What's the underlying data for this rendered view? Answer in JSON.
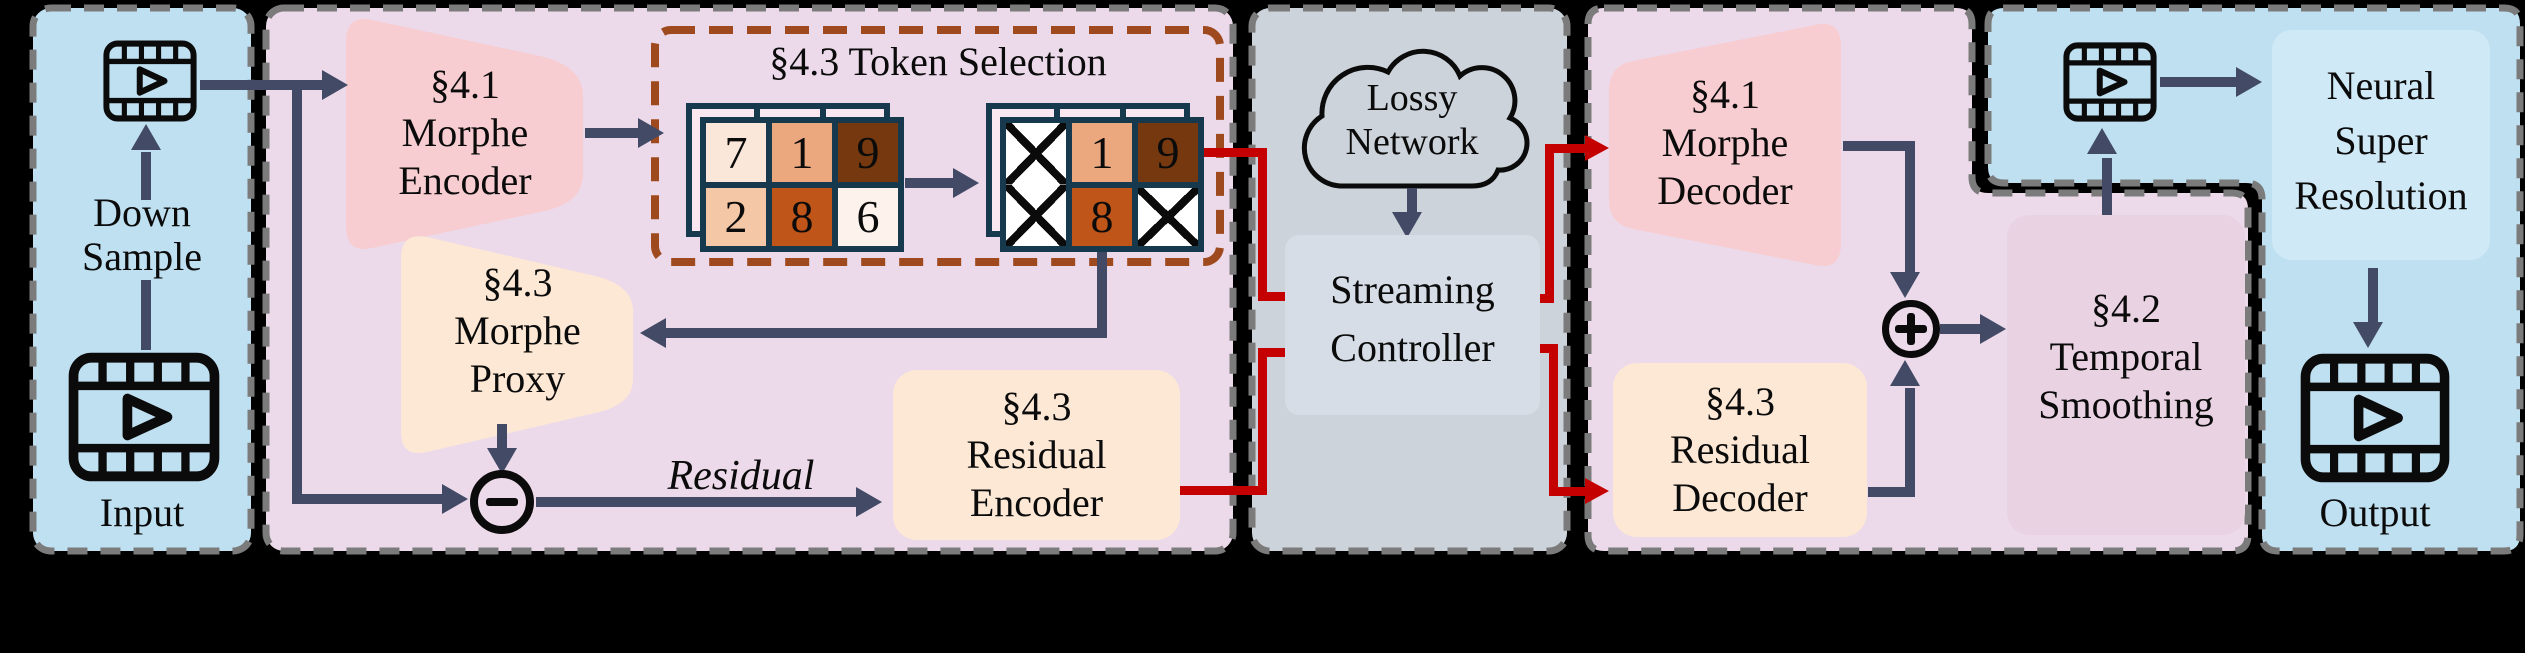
{
  "colors": {
    "background": "#000000",
    "arrow_navy": "#424a66",
    "signal_red": "#c40000",
    "panel_blue": "#bfe0f1",
    "panel_pink": "#ecdaea",
    "panel_gray": "#ccd3da",
    "encoder_blob_pink": "#f7cdd1",
    "cream_block": "#fce8d5",
    "controller_box": "#d6dde6",
    "temporal_box": "#e9d2e2",
    "nsr_box": "#d0e9f6",
    "token_box_border": "#9e4a1e",
    "grid_border": "#16394e",
    "stacked_frame": "#fbe7f0"
  },
  "preprocess": {
    "down_line1": "Down",
    "down_line2": "Sample",
    "input_label": "Input"
  },
  "encoder": {
    "morphe_encoder": [
      "§4.1",
      "Morphe",
      "Encoder"
    ],
    "token_selection": {
      "title": "§4.3 Token Selection",
      "before": {
        "cells": [
          {
            "v": "7",
            "bg": "#fbe7da"
          },
          {
            "v": "1",
            "bg": "#eba77e"
          },
          {
            "v": "9",
            "bg": "#76380f"
          },
          {
            "v": "2",
            "bg": "#f4c7a6"
          },
          {
            "v": "8",
            "bg": "#bf5518"
          },
          {
            "v": "6",
            "bg": "#fdf3ec"
          }
        ]
      },
      "after": {
        "cells": [
          {
            "cross": true,
            "tall": true
          },
          {
            "v": "1",
            "bg": "#eba77e"
          },
          {
            "v": "9",
            "bg": "#76380f"
          },
          {
            "v": "8",
            "bg": "#bf5518"
          },
          {
            "cross": true
          }
        ]
      }
    },
    "morphe_proxy": [
      "§4.3",
      "Morphe",
      "Proxy"
    ],
    "residual_caption": "Residual",
    "residual_encoder": [
      "§4.3",
      "Residual",
      "Encoder"
    ]
  },
  "network": {
    "cloud": [
      "Lossy",
      "Network"
    ],
    "controller": [
      "Streaming",
      "Controller"
    ]
  },
  "decoder": {
    "morphe_decoder": [
      "§4.1",
      "Morphe",
      "Decoder"
    ],
    "residual_decoder": [
      "§4.3",
      "Residual",
      "Decoder"
    ],
    "temporal_smoothing": [
      "§4.2",
      "Temporal",
      "Smoothing"
    ]
  },
  "postprocess": {
    "neural_super_resolution": [
      "Neural",
      "Super",
      "Resolution"
    ],
    "output_label": "Output"
  }
}
